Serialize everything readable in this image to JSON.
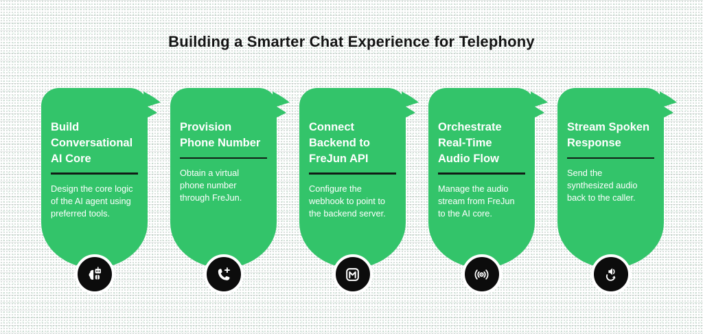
{
  "page": {
    "title": "Building a Smarter Chat Experience for Telephony"
  },
  "theme": {
    "card_green": "#33c46a",
    "icon_circle_black": "#0c0c0c",
    "divider_dark": "#111d16",
    "card_text_white": "#ffffff",
    "title_black": "#141414"
  },
  "cards": [
    {
      "title": "Build\nConversational\nAI Core",
      "description": "Design the core logic\nof the AI agent using\npreferred tools.",
      "icon": "brain-bot-icon"
    },
    {
      "title": "Provision\nPhone Number",
      "description": "Obtain a virtual\nphone number\nthrough FreJun.",
      "icon": "add-call-icon"
    },
    {
      "title": "Connect\nBackend to\nFreJun API",
      "description": "Configure the\nwebhook to point to\nthe backend server.",
      "icon": "map-m-icon"
    },
    {
      "title": "Orchestrate\nReal-Time\nAudio Flow",
      "description": "Manage the audio\nstream from FreJun\nto the AI core.",
      "icon": "broadcast-icon"
    },
    {
      "title": "Stream Spoken\nResponse",
      "description": "Send the\nsynthesized audio\nback to the caller.",
      "icon": "audio-loop-icon"
    }
  ]
}
